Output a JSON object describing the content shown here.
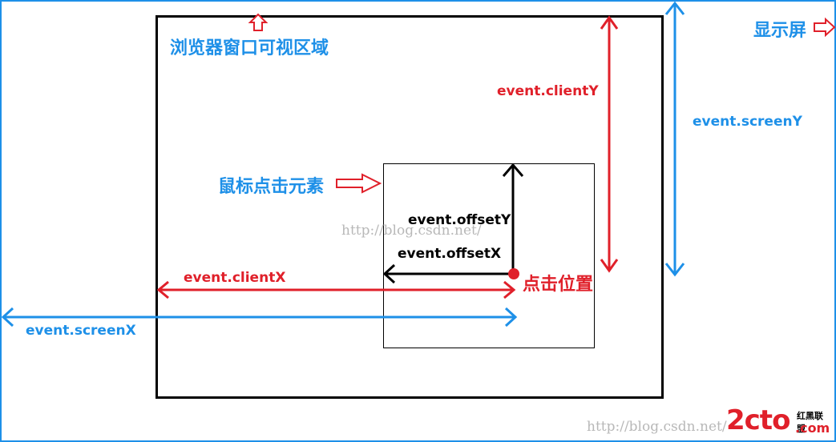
{
  "labels": {
    "display": "显示屏",
    "browser_viewport": "浏览器窗口可视区域",
    "click_element": "鼠标点击元素",
    "click_position": "点击位置"
  },
  "events": {
    "clientY": "event.clientY",
    "screenY": "event.screenY",
    "offsetY": "event.offsetY",
    "offsetX": "event.offsetX",
    "clientX": "event.clientX",
    "screenX": "event.screenX"
  },
  "watermarks": {
    "center": "http://blog.csdn.net/",
    "bottom": "http://blog.csdn.net/"
  },
  "logo": {
    "main": "2cto",
    "sub": "红黑联盟",
    "com": ".com"
  },
  "colors": {
    "blue": "#1e90e8",
    "red": "#e0202a",
    "black": "#000000"
  }
}
